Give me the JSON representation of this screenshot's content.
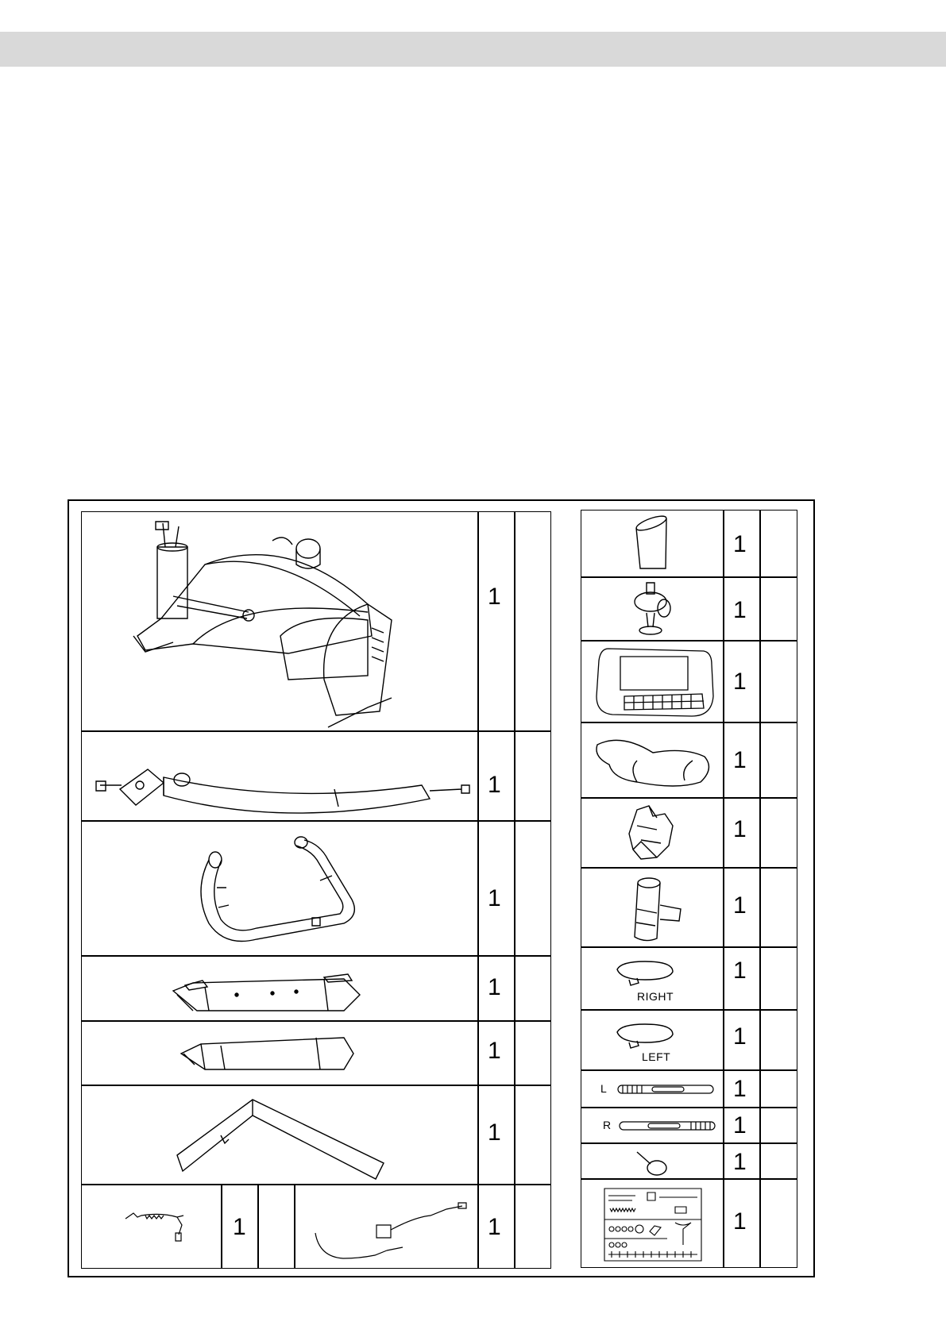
{
  "left_table": {
    "rows": [
      {
        "item": "main-frame",
        "qty": "1"
      },
      {
        "item": "handlebar-post",
        "qty": "1"
      },
      {
        "item": "handlebar",
        "qty": "1"
      },
      {
        "item": "front-stabilizer",
        "qty": "1"
      },
      {
        "item": "rear-stabilizer",
        "qty": "1"
      },
      {
        "item": "seat-post",
        "qty": "1"
      }
    ],
    "bottom_row": [
      {
        "item": "sensor-cable",
        "qty": "1"
      },
      {
        "item": "power-adapter",
        "qty": "1"
      }
    ]
  },
  "right_table": {
    "rows": [
      {
        "item": "post-cover",
        "qty": "1"
      },
      {
        "item": "seat-slider",
        "qty": "1"
      },
      {
        "item": "console",
        "qty": "1"
      },
      {
        "item": "seat",
        "qty": "1"
      },
      {
        "item": "front-cover",
        "qty": "1"
      },
      {
        "item": "rear-cover",
        "qty": "1"
      },
      {
        "item": "pedal-right",
        "qty": "1",
        "label": "RIGHT"
      },
      {
        "item": "pedal-left",
        "qty": "1",
        "label": "LEFT"
      },
      {
        "item": "pedal-strap-left",
        "qty": "1",
        "label": "L"
      },
      {
        "item": "pedal-strap-right",
        "qty": "1",
        "label": "R"
      },
      {
        "item": "adjustment-knob",
        "qty": "1"
      },
      {
        "item": "hardware-card",
        "qty": "1"
      }
    ]
  }
}
